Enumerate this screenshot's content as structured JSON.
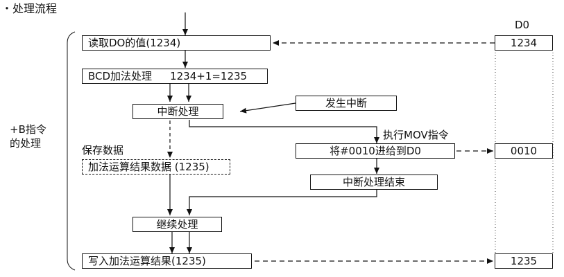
{
  "title": "・处理流程",
  "side_label_line1": "+B指令",
  "side_label_line2": "的处理",
  "d0_header": "D0",
  "d0_values": {
    "initial": "1234",
    "mov": "0010",
    "final": "1235"
  },
  "steps": {
    "read": "读取DO的值(1234)",
    "bcd_label": "BCD加法处理",
    "bcd_expr": "1234+1=1235",
    "interrupt": "中断处理",
    "interrupt_occurs": "发生中断",
    "exec_mov": "执行MOV指令",
    "send_0010": "将#0010进给到D0",
    "save_label": "保存数据",
    "save_data": "加法运算结果数据 (1235)",
    "interrupt_end": "中断处理结束",
    "continue": "继续处理",
    "write": "写入加法运算结果(1235)"
  }
}
